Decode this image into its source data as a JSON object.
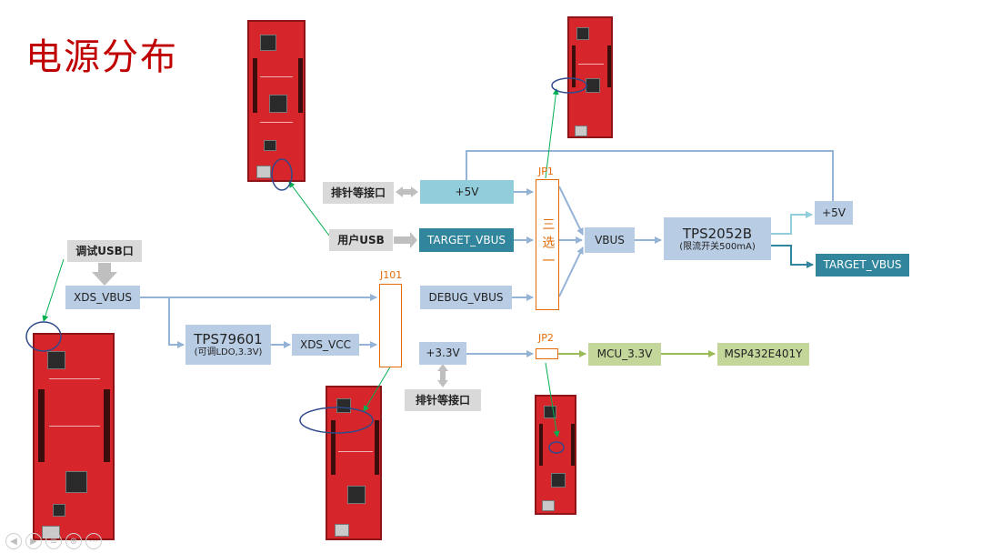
{
  "title": "电源分布",
  "labels": {
    "debug_usb": "调试USB口",
    "xds_vbus": "XDS_VBUS",
    "tps79601": "TPS79601",
    "tps79601_sub": "(可调LDO,3.3V)",
    "xds_vcc": "XDS_VCC",
    "j101": "J101",
    "header_top": "排针等接口",
    "plus5v_in": "+5V",
    "user_usb": "用户USB",
    "target_vbus_in": "TARGET_VBUS",
    "debug_vbus": "DEBUG_VBUS",
    "jp1": "JP1",
    "jp1_box": "三选一",
    "vbus": "VBUS",
    "tps2052b": "TPS2052B",
    "tps2052b_sub": "(限流开关500mA)",
    "plus5v_out": "+5V",
    "target_vbus_out": "TARGET_VBUS",
    "plus3v3": "+3.3V",
    "header_bottom": "排针等接口",
    "jp2": "JP2",
    "mcu_3v3": "MCU_3.3V",
    "msp": "MSP432E401Y"
  },
  "colors": {
    "title": "#c00000",
    "blue_line": "#95b3d7",
    "green_line": "#9bbb59",
    "teal_line": "#31859c",
    "pointer_line": "#00b050",
    "orange": "#e36c09",
    "circle": "#2f4a8a",
    "board_red": "#d7262b"
  },
  "nav_icons": [
    "prev-icon",
    "next-icon",
    "menu-icon",
    "zoom-icon",
    "more-icon"
  ]
}
